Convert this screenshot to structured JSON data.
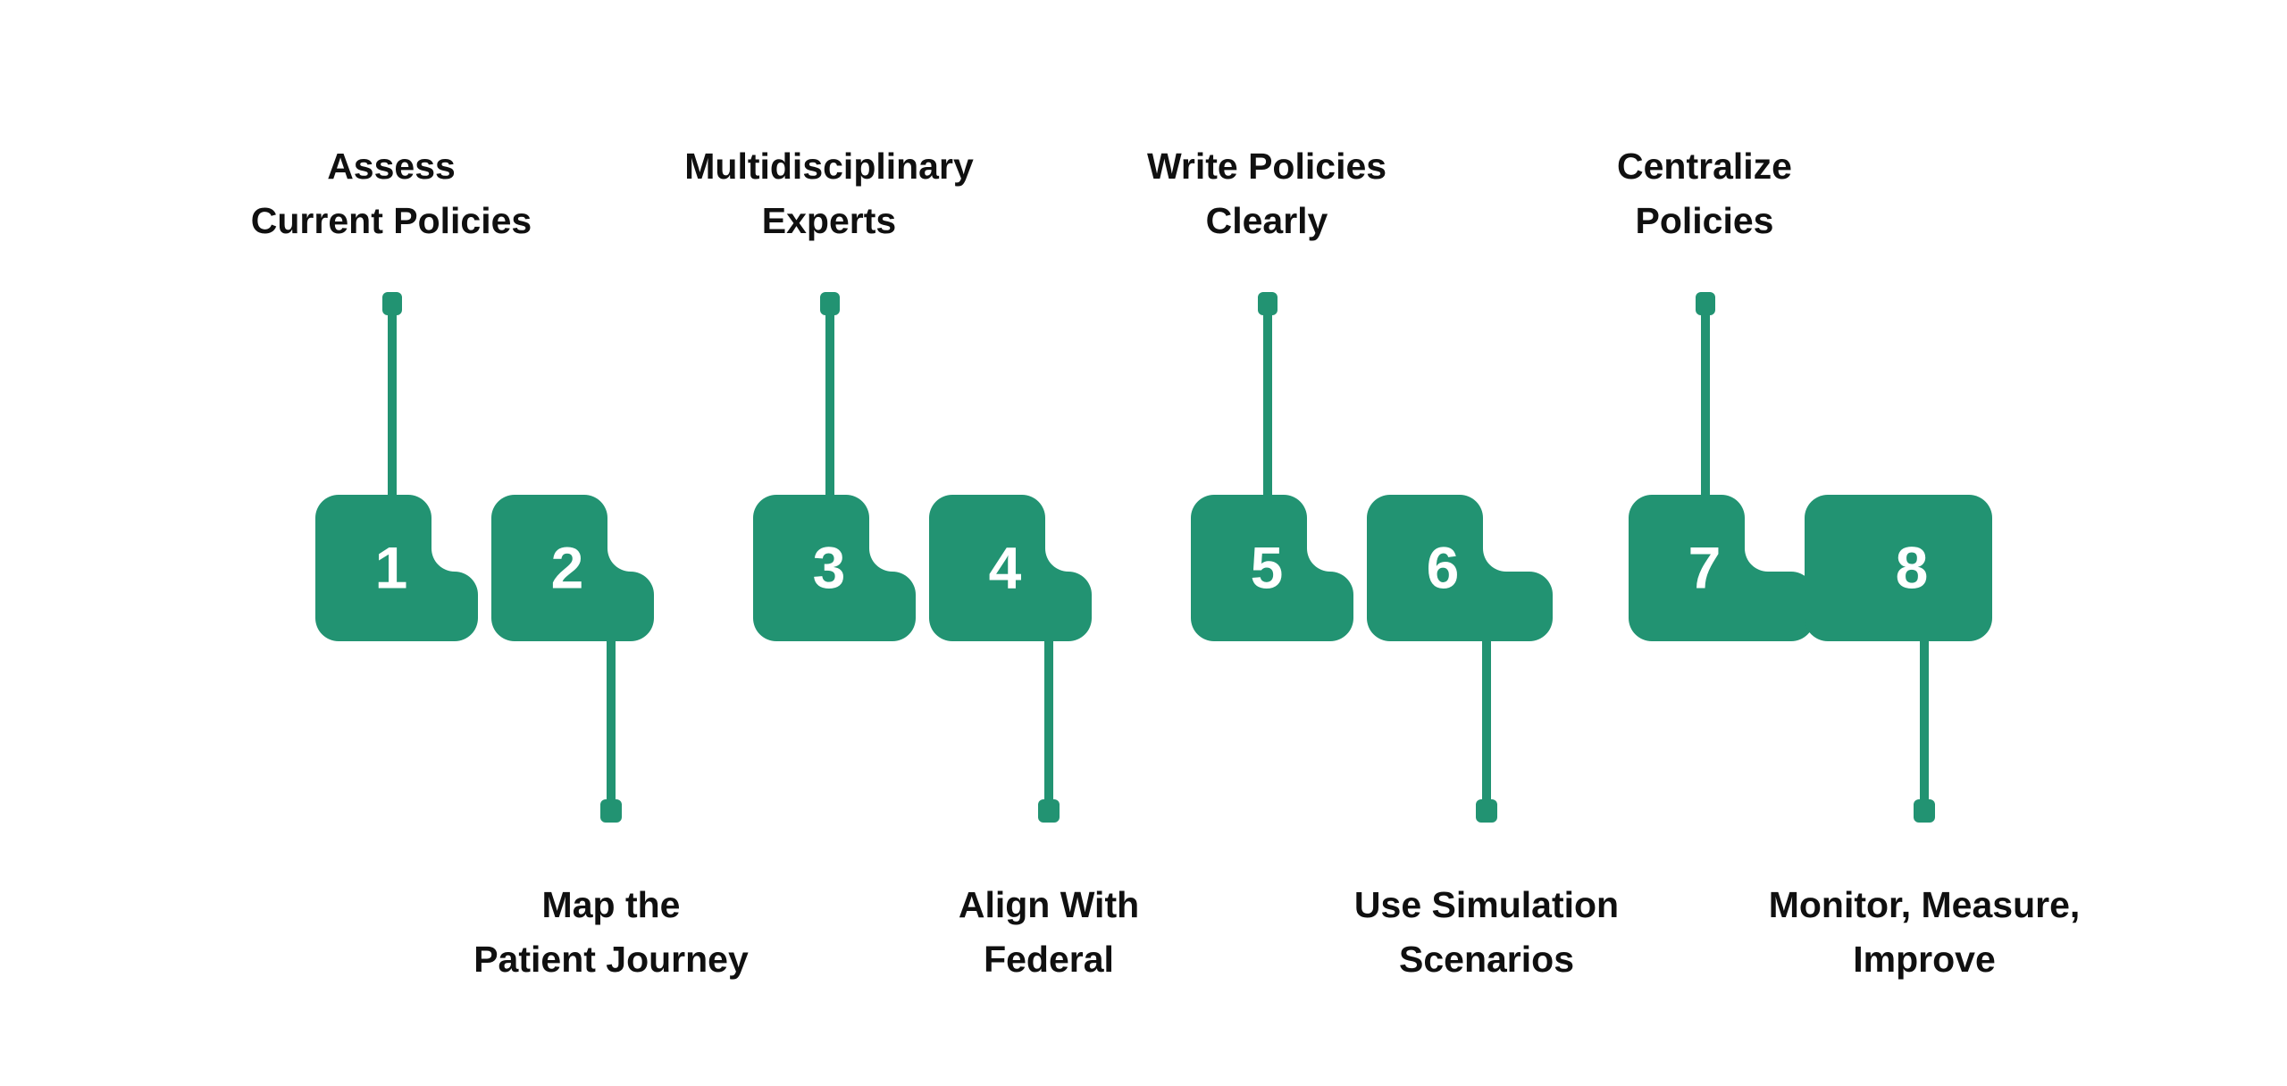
{
  "diagram": {
    "type": "process-steps-staircase",
    "orientation": "horizontal",
    "step_count": 8,
    "background_color": "#ffffff",
    "accent_color": "#229372",
    "number_color": "#ffffff",
    "label_color": "#101010",
    "steps": [
      {
        "number": "1",
        "label_line1": "Assess",
        "label_line2": "Current Policies",
        "label_position": "top"
      },
      {
        "number": "2",
        "label_line1": "Map the",
        "label_line2": "Patient Journey",
        "label_position": "bottom"
      },
      {
        "number": "3",
        "label_line1": "Multidisciplinary",
        "label_line2": "Experts",
        "label_position": "top"
      },
      {
        "number": "4",
        "label_line1": "Align With",
        "label_line2": "Federal",
        "label_position": "bottom"
      },
      {
        "number": "5",
        "label_line1": "Write Policies",
        "label_line2": "Clearly",
        "label_position": "top"
      },
      {
        "number": "6",
        "label_line1": "Use Simulation",
        "label_line2": "Scenarios",
        "label_position": "bottom"
      },
      {
        "number": "7",
        "label_line1": "Centralize",
        "label_line2": "Policies",
        "label_position": "top"
      },
      {
        "number": "8",
        "label_line1": "Monitor, Measure,",
        "label_line2": "Improve",
        "label_position": "bottom"
      }
    ]
  }
}
